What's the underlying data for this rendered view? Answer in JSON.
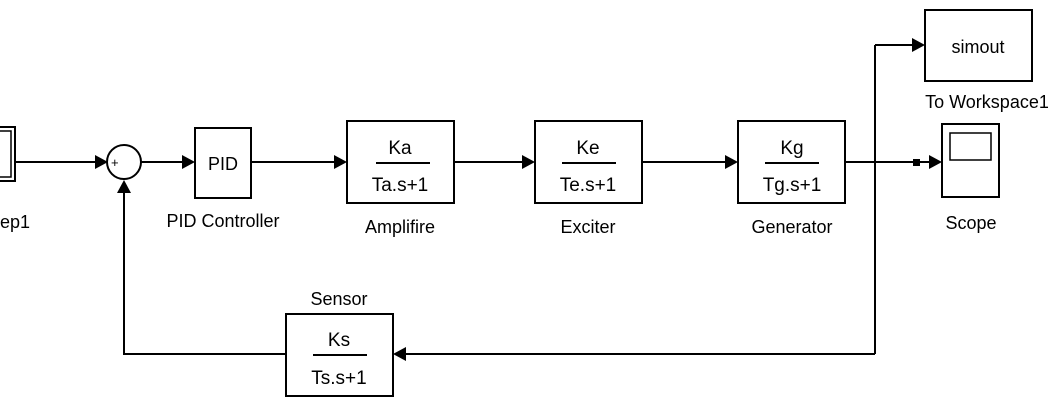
{
  "diagram": {
    "step_block": {
      "label": "ep1"
    },
    "sum_block": {
      "plus_sign": "+",
      "minus_sign": "_"
    },
    "pid_block": {
      "text": "PID",
      "label": "PID Controller"
    },
    "amplifier_block": {
      "numerator": "Ka",
      "denominator": "Ta.s+1",
      "label": "Amplifire"
    },
    "exciter_block": {
      "numerator": "Ke",
      "denominator": "Te.s+1",
      "label": "Exciter"
    },
    "generator_block": {
      "numerator": "Kg",
      "denominator": "Tg.s+1",
      "label": "Generator"
    },
    "workspace_block": {
      "text": "simout",
      "label": "To Workspace1"
    },
    "scope_block": {
      "label": "Scope"
    },
    "sensor_block": {
      "numerator": "Ks",
      "denominator": "Ts.s+1",
      "label": "Sensor"
    }
  }
}
